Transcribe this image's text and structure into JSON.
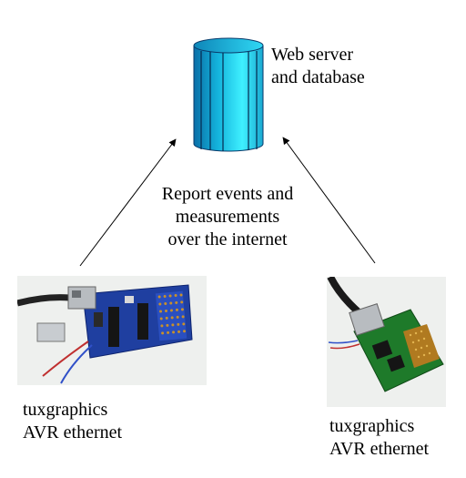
{
  "server": {
    "label_line1": "Web server",
    "label_line2": "and database"
  },
  "link": {
    "label_line1": "Report events and",
    "label_line2": "measurements",
    "label_line3": "over the internet"
  },
  "devices": [
    {
      "line1": "tuxgraphics",
      "line2": "AVR ethernet"
    },
    {
      "line1": "tuxgraphics",
      "line2": "AVR ethernet"
    }
  ],
  "colors": {
    "cylinder_light": "#3ff0ff",
    "cylinder_mid": "#14b4dc",
    "cylinder_dark": "#0a6fa8",
    "board_blue": "#1f3fa0",
    "board_green": "#1e7a2a",
    "proto_gold": "#c8902a"
  }
}
